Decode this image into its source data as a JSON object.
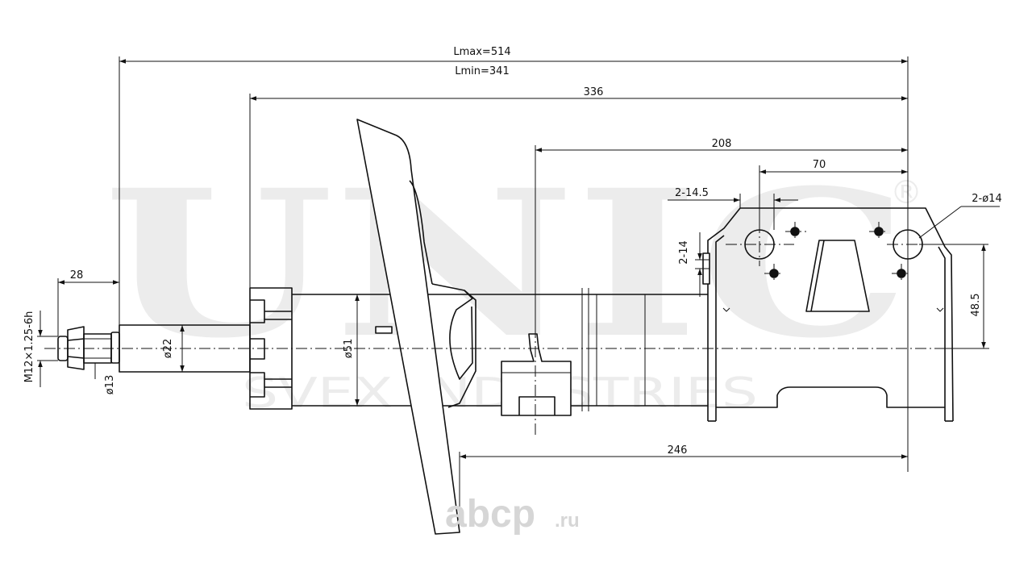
{
  "colors": {
    "line": "#111111",
    "watermark": "#ececec",
    "logo": "#d6d6d6",
    "background": "#ffffff"
  },
  "watermark": {
    "brand": "UNIC",
    "registered": "®",
    "subtitle": "SVEX INDUSTRIES"
  },
  "site_logo": {
    "name": "abcp",
    "tld": ".ru"
  },
  "dimensions": {
    "lmax": "Lmax=514",
    "lmin": "Lmin=341",
    "body_length": "336",
    "bracket_length": "208",
    "hole_spacing": "70",
    "slot_width": "2-14.5",
    "slot_height": "2-14",
    "hole_diameter": "2-ø14",
    "bracket_height": "48.5",
    "spring_seat": "246",
    "thread_length": "28",
    "thread": "M12×1.25-6h",
    "thread_dia": "ø13",
    "rod_dia": "ø22",
    "tube_dia": "ø51"
  }
}
